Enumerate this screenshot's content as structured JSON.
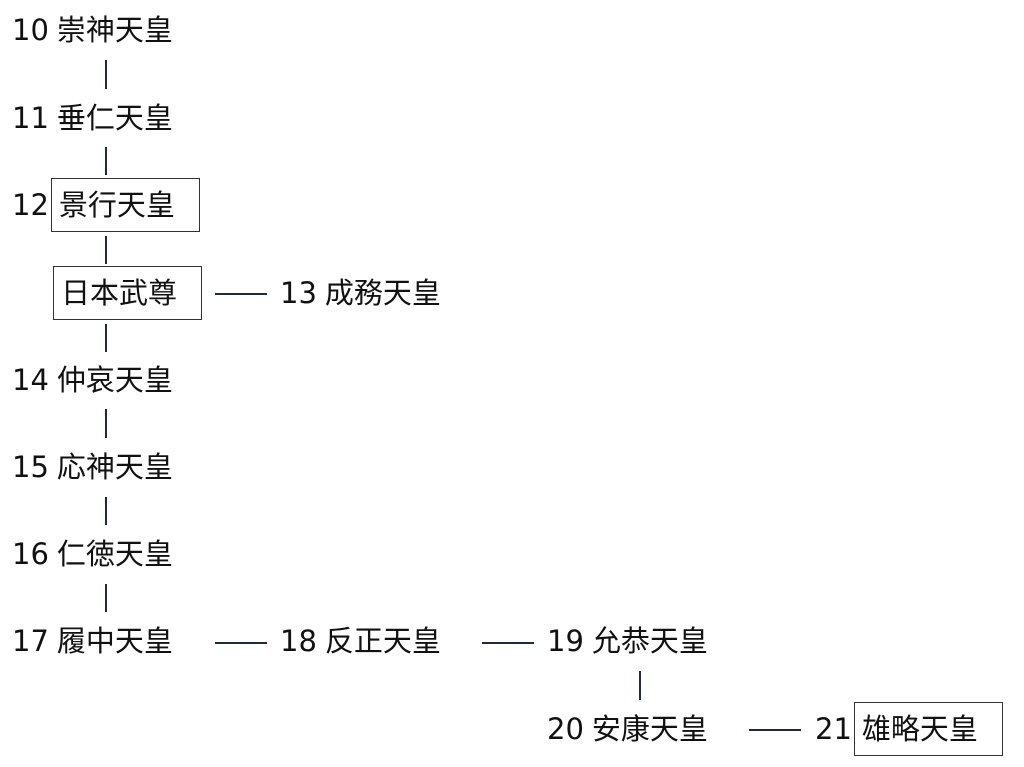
{
  "nodes": {
    "e10": {
      "num": "10",
      "name": "崇神天皇"
    },
    "e11": {
      "num": "11",
      "name": "垂仁天皇"
    },
    "e12": {
      "num": "12",
      "name": "景行天皇"
    },
    "yamato": {
      "num": "",
      "name": "日本武尊"
    },
    "e13": {
      "num": "13",
      "name": "成務天皇"
    },
    "e14": {
      "num": "14",
      "name": "仲哀天皇"
    },
    "e15": {
      "num": "15",
      "name": "応神天皇"
    },
    "e16": {
      "num": "16",
      "name": "仁徳天皇"
    },
    "e17": {
      "num": "17",
      "name": "履中天皇"
    },
    "e18": {
      "num": "18",
      "name": "反正天皇"
    },
    "e19": {
      "num": "19",
      "name": "允恭天皇"
    },
    "e20": {
      "num": "20",
      "name": "安康天皇"
    },
    "e21": {
      "num": "21",
      "name": "雄略天皇"
    }
  },
  "highlighted": [
    "e12",
    "yamato",
    "e21"
  ],
  "line_color": "#1f2a3d"
}
